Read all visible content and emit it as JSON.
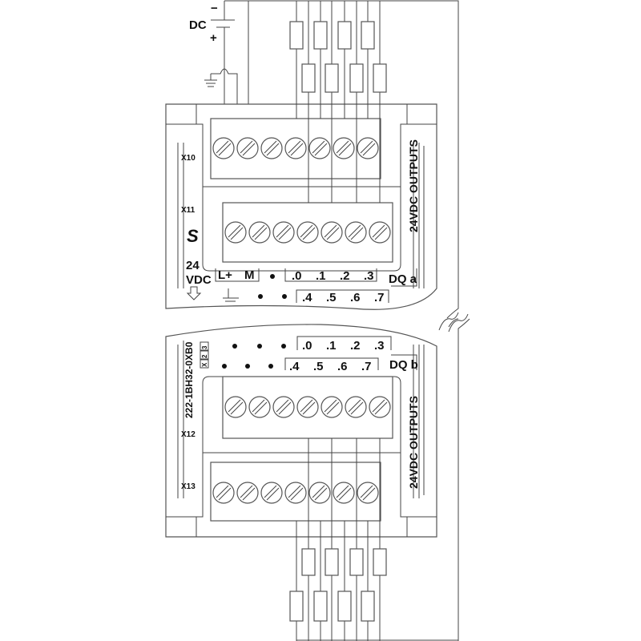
{
  "power_supply": {
    "label": "DC",
    "minus": "−",
    "plus": "+"
  },
  "module_a": {
    "connector_top": "X10",
    "connector_bottom": "X11",
    "supply_label_1": "24",
    "supply_label_2": "VDC",
    "side_label": "24VDC OUTPUTS",
    "group_label": "DQ a",
    "power_terminals": [
      "L+",
      "M"
    ],
    "row1_outputs": [
      ".0",
      ".1",
      ".2",
      ".3"
    ],
    "row2_outputs": [
      ".4",
      ".5",
      ".6",
      ".7"
    ]
  },
  "module_b": {
    "order_number": "222-1BH32-0XB0",
    "version_boxes": [
      "X",
      "2",
      "3"
    ],
    "connector_top": "X12",
    "connector_bottom": "X13",
    "side_label": "24VDC OUTPUTS",
    "group_label": "DQ b",
    "row1_outputs": [
      ".0",
      ".1",
      ".2",
      ".3"
    ],
    "row2_outputs": [
      ".4",
      ".5",
      ".6",
      ".7"
    ]
  },
  "screws_per_block": 7,
  "loads_per_side": 8
}
